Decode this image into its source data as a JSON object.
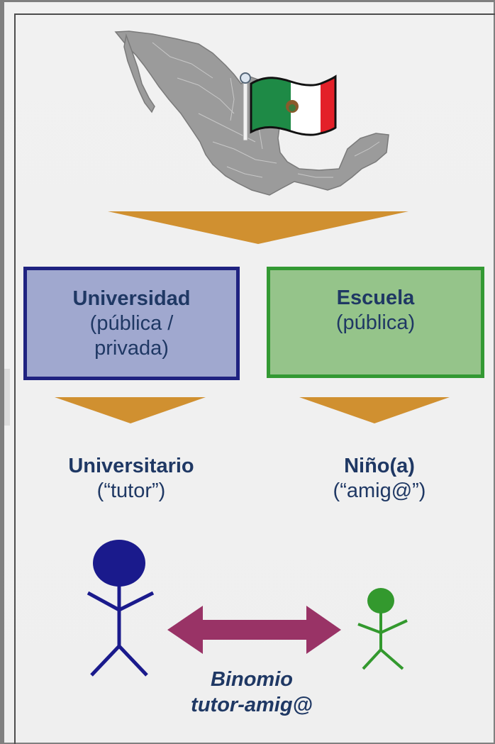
{
  "colors": {
    "arrow_gold": "#d09030",
    "uni_fill": "#a0a8cf",
    "uni_border": "#1f2280",
    "school_fill": "#95c48a",
    "school_border": "#339933",
    "text_navy": "#1f3864",
    "tutor_figure": "#1a1a8c",
    "child_figure": "#33992e",
    "double_arrow": "#993366"
  },
  "icons": [
    "mexico-map-icon",
    "mexico-flag-icon"
  ],
  "university": {
    "title": "Universidad",
    "line1": "(pública /",
    "line2": "privada)"
  },
  "school": {
    "title": "Escuela",
    "subtitle": "(pública)"
  },
  "tutor": {
    "title": "Universitario",
    "subtitle": "(“tutor”)"
  },
  "child": {
    "title": "Niño(a)",
    "subtitle": "(“amig@”)"
  },
  "pair": {
    "line1": "Binomio",
    "line2": "tutor-amig@"
  }
}
